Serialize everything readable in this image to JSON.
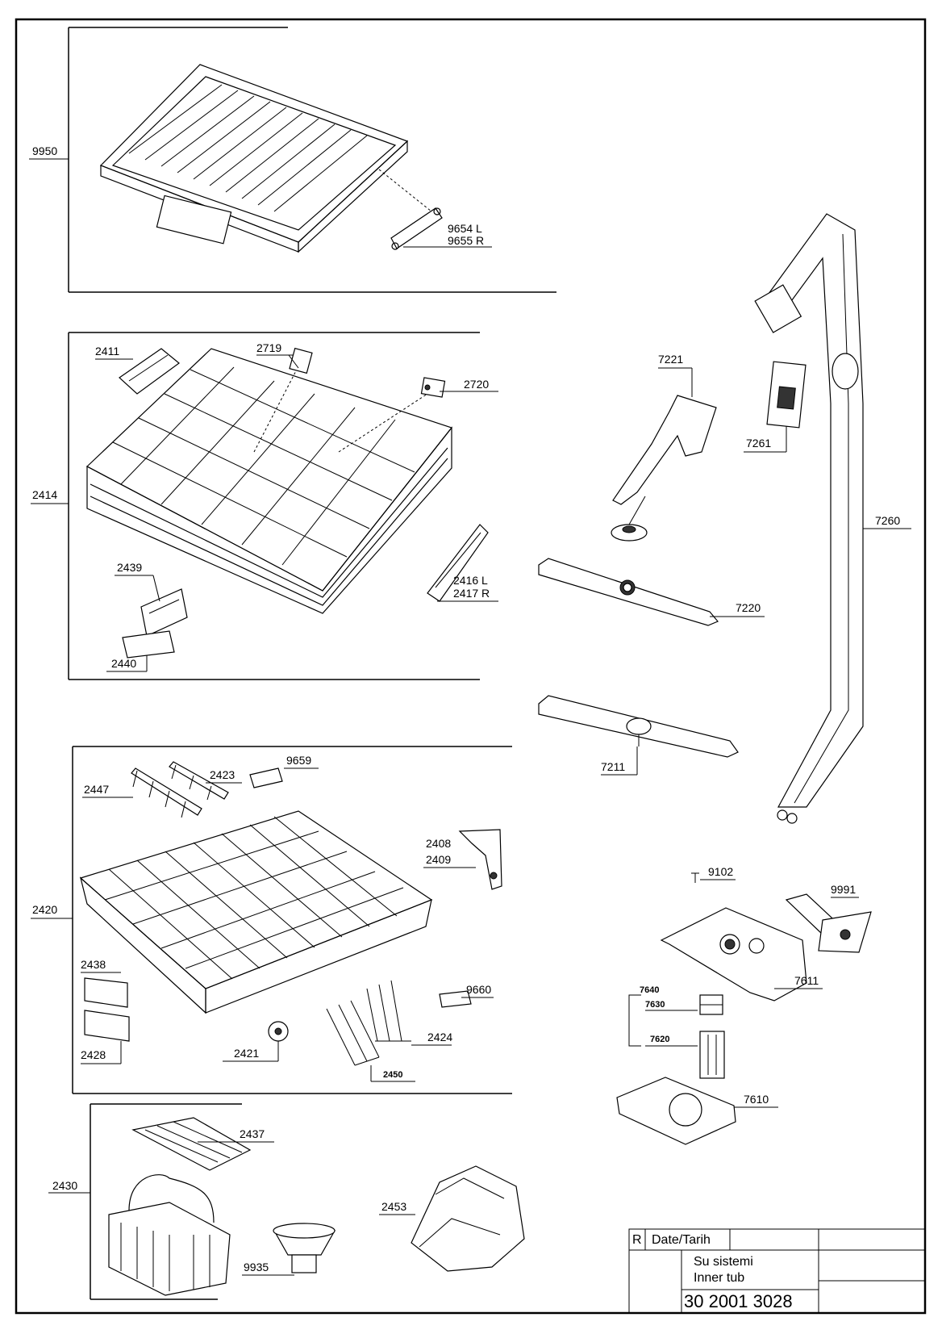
{
  "labels": {
    "l9950": "9950",
    "l9654": "9654 L",
    "l9655": "9655 R",
    "l2411": "2411",
    "l2719": "2719",
    "l2720": "2720",
    "l2414": "2414",
    "l2439": "2439",
    "l2440": "2440",
    "l2416": "2416 L",
    "l2417": "2417 R",
    "l7221": "7221",
    "l7261": "7261",
    "l7260": "7260",
    "l7220": "7220",
    "l7211": "7211",
    "l2447": "2447",
    "l2423": "2423",
    "l9659": "9659",
    "l2408": "2408",
    "l2409": "2409",
    "l2420": "2420",
    "l2438": "2438",
    "l2428": "2428",
    "l2421": "2421",
    "l9660": "9660",
    "l2424": "2424",
    "l2450": "2450",
    "l9102": "9102",
    "l9991": "9991",
    "l7611": "7611",
    "l7640": "7640",
    "l7630": "7630",
    "l7620": "7620",
    "l7610": "7610",
    "l2437": "2437",
    "l2430": "2430",
    "l2453": "2453",
    "l9935": "9935"
  },
  "title_block": {
    "rev": "R",
    "date_header": "Date/Tarih",
    "title_tr": "Su sistemi",
    "title_en": "Inner tub",
    "doc_number": "30 2001 3028"
  }
}
